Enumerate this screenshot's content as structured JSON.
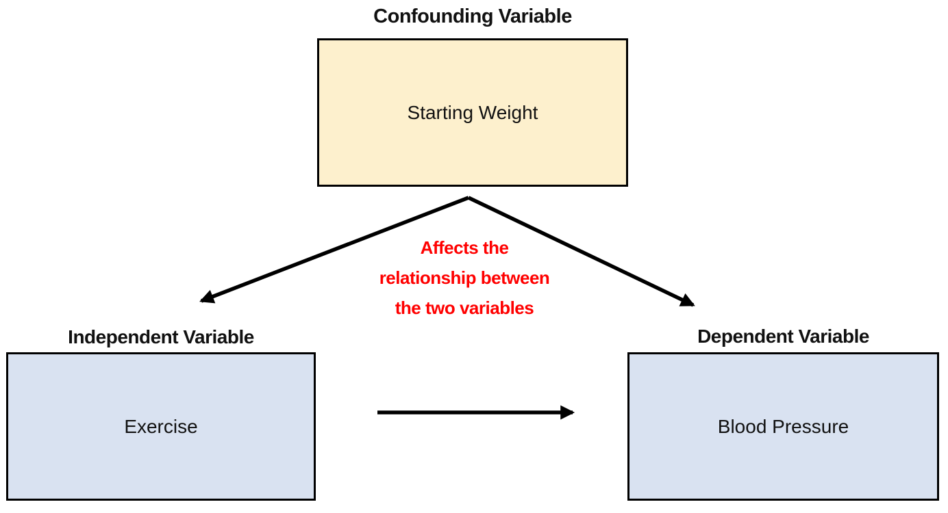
{
  "diagram": {
    "confounding": {
      "title": "Confounding Variable",
      "box_label": "Starting Weight"
    },
    "independent": {
      "title": "Independent Variable",
      "box_label": "Exercise"
    },
    "dependent": {
      "title": "Dependent Variable",
      "box_label": "Blood Pressure"
    },
    "annotation": {
      "lines": [
        "Affects the",
        "relationship between",
        "the two variables"
      ]
    }
  },
  "colors": {
    "confounding_fill": "#FDF0CD",
    "variable_fill": "#D9E2F1",
    "border_color": "#000000",
    "annotation_color": "#FF0000",
    "arrow_color": "#000000",
    "bg_color": "#FFFFFF",
    "text_color": "#111111"
  }
}
